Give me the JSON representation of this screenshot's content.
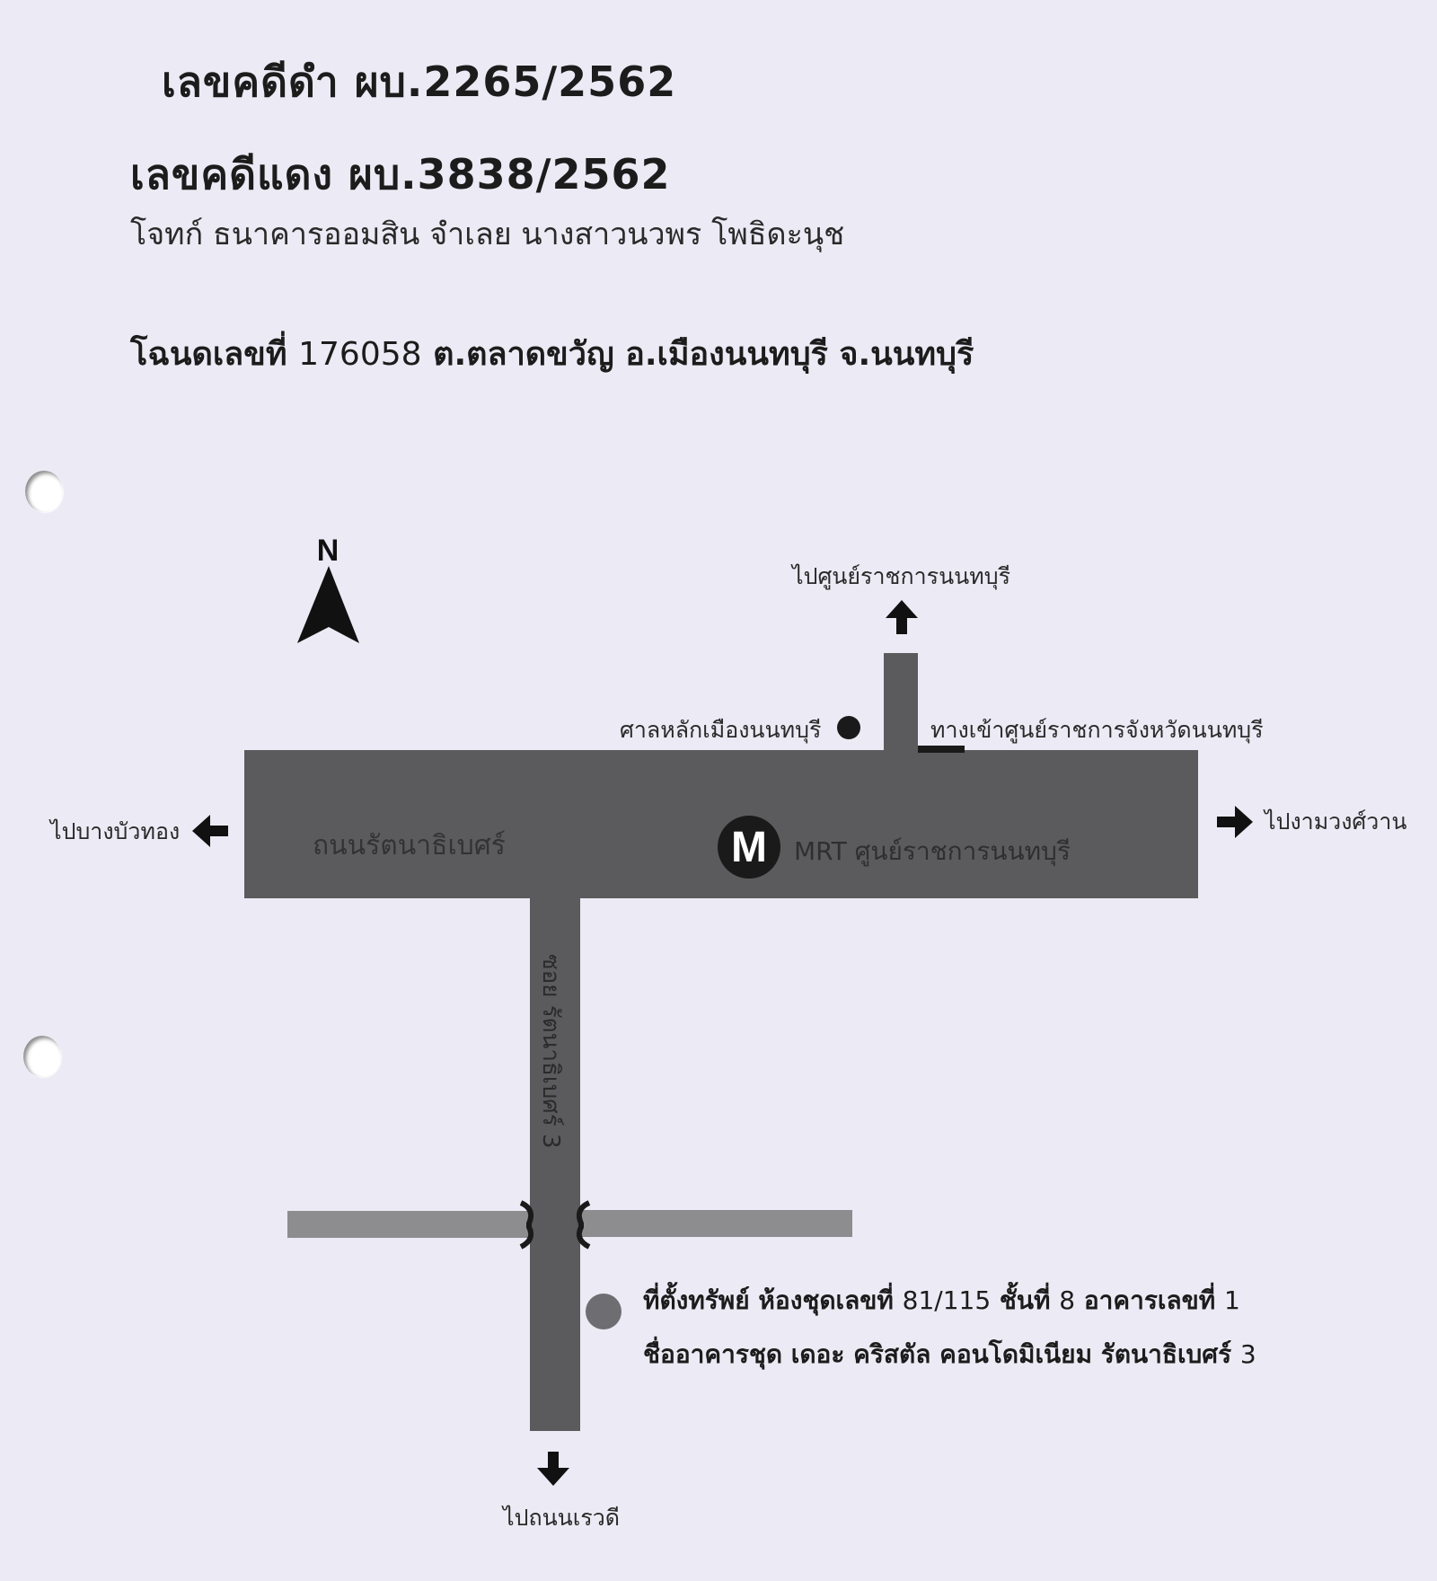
{
  "header": {
    "black_case": "เลขคดีดำ ผบ.2265/2562",
    "red_case": "เลขคดีแดง ผบ.3838/2562",
    "parties": "โจทก์ ธนาคารออมสิน จำเลย นางสาวนวพร โพธิดะนุช",
    "deed_prefix": "โฉนดเลขที่",
    "deed_number": "176058",
    "deed_location": "ต.ตลาดขวัญ อ.เมืองนนทบุรี จ.นนทบุรี"
  },
  "map": {
    "compass": "N",
    "to_north": "ไปศูนย์ราชการนนทบุรี",
    "to_west": "ไปบางบัวทอง",
    "to_east": "ไปงามวงศ์วาน",
    "to_south": "ไปถนนเรวดี",
    "landmark_shrine": "ศาลหลักเมืองนนทบุรี",
    "landmark_entrance": "ทางเข้าศูนย์ราชการจังหวัดนนทบุรี",
    "main_road": "ถนนรัตนาธิเบศร์",
    "mrt_letter": "M",
    "mrt_station": "MRT ศูนย์ราชการนนทบุรี",
    "soi": "ซอย รัตนาธิเบศร์ 3",
    "property_line1_a": "ที่ตั้งทรัพย์ ห้องชุดเลขที่",
    "property_line1_b": "81/115",
    "property_line1_c": "ชั้นที่",
    "property_line1_d": "8",
    "property_line1_e": "อาคารเลขที่",
    "property_line1_f": "1",
    "property_line2_a": "ชื่ออาคารชุด เดอะ คริสตัล คอนโดมิเนียม รัตนาธิเบศร์",
    "property_line2_b": "3"
  },
  "colors": {
    "paper": "#eceaf4",
    "main_road": "#5b5b5e",
    "minor_road": "#8d8d90",
    "ink": "#1c1c1c"
  }
}
